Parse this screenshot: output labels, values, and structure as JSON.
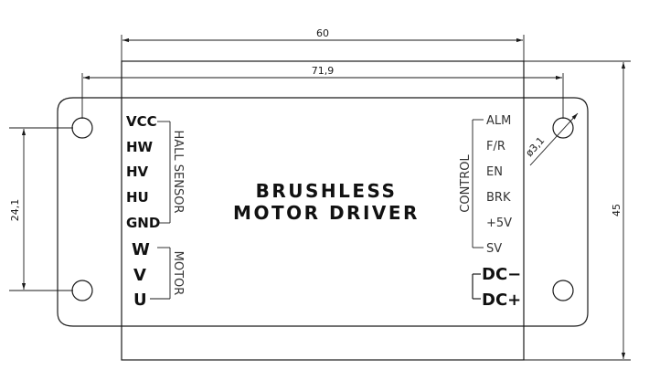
{
  "dimensions": {
    "top_width": "60",
    "hole_pitch": "71,9",
    "hole_vertical": "24,1",
    "height": "45",
    "hole_diameter": "ø3,1"
  },
  "title": {
    "line1": "BRUSHLESS",
    "line2": "MOTOR DRIVER"
  },
  "hall_sensor": {
    "label": "HALL SENSOR",
    "pins": [
      "VCC",
      "HW",
      "HV",
      "HU",
      "GND"
    ]
  },
  "motor": {
    "label": "MOTOR",
    "pins": [
      "W",
      "V",
      "U"
    ]
  },
  "control": {
    "label": "CONTROL",
    "pins": [
      "ALM",
      "F/R",
      "EN",
      "BRK",
      "+5V",
      "SV"
    ]
  },
  "power": {
    "pins": [
      "DC−",
      "DC+"
    ]
  }
}
